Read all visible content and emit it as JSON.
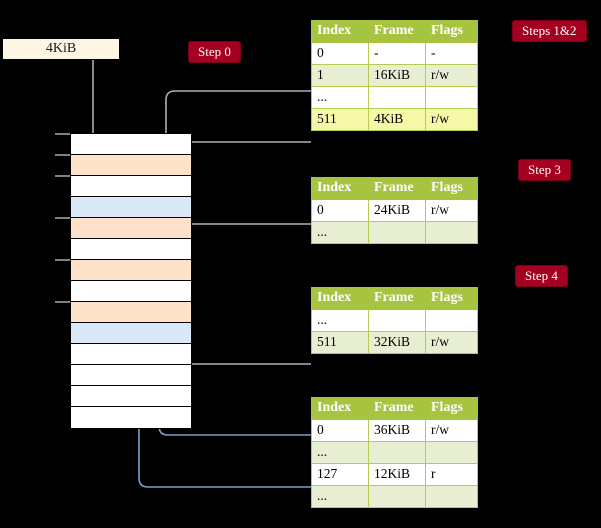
{
  "source_box": {
    "label": "4KiB"
  },
  "steps": [
    {
      "id": "step0",
      "label": "Step 0"
    },
    {
      "id": "step12",
      "label": "Steps 1&2"
    },
    {
      "id": "step3",
      "label": "Step 3"
    },
    {
      "id": "step4",
      "label": "Step 4"
    }
  ],
  "colors": {
    "pill_background": "#a40020",
    "pill_text": "#ffffff",
    "table_header": "#a6c440",
    "table_alt_row": "#e8eed2",
    "table_highlight_row": "#f7f7a8",
    "memory_peach": "#fde1c9",
    "memory_blue": "#dbe8f8",
    "source_box": "#fdf6e3",
    "gray_wire": "#b0b0b0",
    "blue_wire": "#7a9fc9",
    "background": "#000000"
  },
  "memory_column": {
    "name": "physical-memory",
    "rows": [
      {
        "fill": "white"
      },
      {
        "fill": "peach"
      },
      {
        "fill": "white"
      },
      {
        "fill": "blue"
      },
      {
        "fill": "peach"
      },
      {
        "fill": "white"
      },
      {
        "fill": "peach"
      },
      {
        "fill": "white"
      },
      {
        "fill": "peach"
      },
      {
        "fill": "blue"
      },
      {
        "fill": "white"
      },
      {
        "fill": "white"
      },
      {
        "fill": "white"
      },
      {
        "fill": "white"
      }
    ]
  },
  "tables": [
    {
      "id": "tbl-1",
      "name": "page-table-level-4",
      "headers": [
        "Index",
        "Frame",
        "Flags"
      ],
      "rows": [
        {
          "style": "plain",
          "cells": [
            "0",
            "-",
            "-"
          ]
        },
        {
          "style": "alt",
          "cells": [
            "1",
            "16KiB",
            "r/w"
          ]
        },
        {
          "style": "plain",
          "cells": [
            "...",
            "",
            ""
          ]
        },
        {
          "style": "hl",
          "cells": [
            "511",
            "4KiB",
            "r/w"
          ]
        }
      ]
    },
    {
      "id": "tbl-2",
      "name": "page-table-level-3",
      "headers": [
        "Index",
        "Frame",
        "Flags"
      ],
      "rows": [
        {
          "style": "plain",
          "cells": [
            "0",
            "24KiB",
            "r/w"
          ]
        },
        {
          "style": "alt",
          "cells": [
            "...",
            "",
            ""
          ]
        }
      ]
    },
    {
      "id": "tbl-3",
      "name": "page-table-level-2",
      "headers": [
        "Index",
        "Frame",
        "Flags"
      ],
      "rows": [
        {
          "style": "plain",
          "cells": [
            "...",
            "",
            ""
          ]
        },
        {
          "style": "alt",
          "cells": [
            "511",
            "32KiB",
            "r/w"
          ]
        }
      ]
    },
    {
      "id": "tbl-4",
      "name": "page-table-level-1",
      "headers": [
        "Index",
        "Frame",
        "Flags"
      ],
      "rows": [
        {
          "style": "plain",
          "cells": [
            "0",
            "36KiB",
            "r/w"
          ]
        },
        {
          "style": "alt",
          "cells": [
            "...",
            "",
            ""
          ]
        },
        {
          "style": "plain",
          "cells": [
            "127",
            "12KiB",
            "r"
          ]
        },
        {
          "style": "alt",
          "cells": [
            "...",
            "",
            ""
          ]
        }
      ]
    }
  ]
}
